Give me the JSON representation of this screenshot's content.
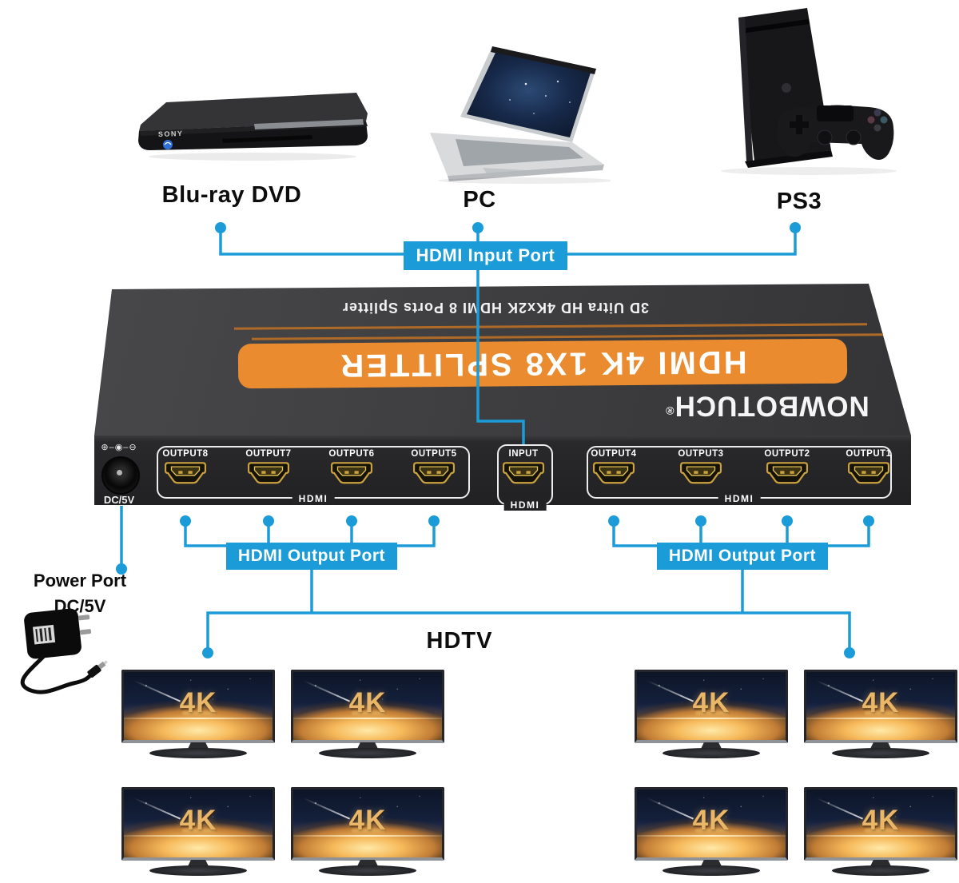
{
  "devices": {
    "bluray": {
      "label": "Blu-ray DVD",
      "brand": "SONY"
    },
    "pc": {
      "label": "PC"
    },
    "ps3": {
      "label": "PS3"
    }
  },
  "labels": {
    "hdmi_input": "HDMI Input Port",
    "hdmi_output_left": "HDMI Output Port",
    "hdmi_output_right": "HDMI Output Port",
    "hdtv": "HDTV",
    "power_port_line1": "Power Port",
    "power_port_line2": "DC/5V"
  },
  "splitter": {
    "top_text": "3D Uitra HD 4Kx2K HDMI 8 Ports Splitter",
    "banner_text": "HDMI 4K 1X8 SPLITTER",
    "brand": "NOWBOTUCH",
    "registered_mark": "®",
    "polarity": "⊕–◉–⊖",
    "dc_label": "DC/5V",
    "hdmi_group_label": "HDMI",
    "ports": {
      "left": [
        "OUTPUT8",
        "OUTPUT7",
        "OUTPUT6",
        "OUTPUT5"
      ],
      "input": "INPUT",
      "right": [
        "OUTPUT4",
        "OUTPUT3",
        "OUTPUT2",
        "OUTPUT1"
      ]
    }
  },
  "tv": {
    "screen_label": "4K"
  },
  "colors": {
    "accent_blue": "#1b9cd8",
    "banner_orange": "#e98b2e"
  }
}
